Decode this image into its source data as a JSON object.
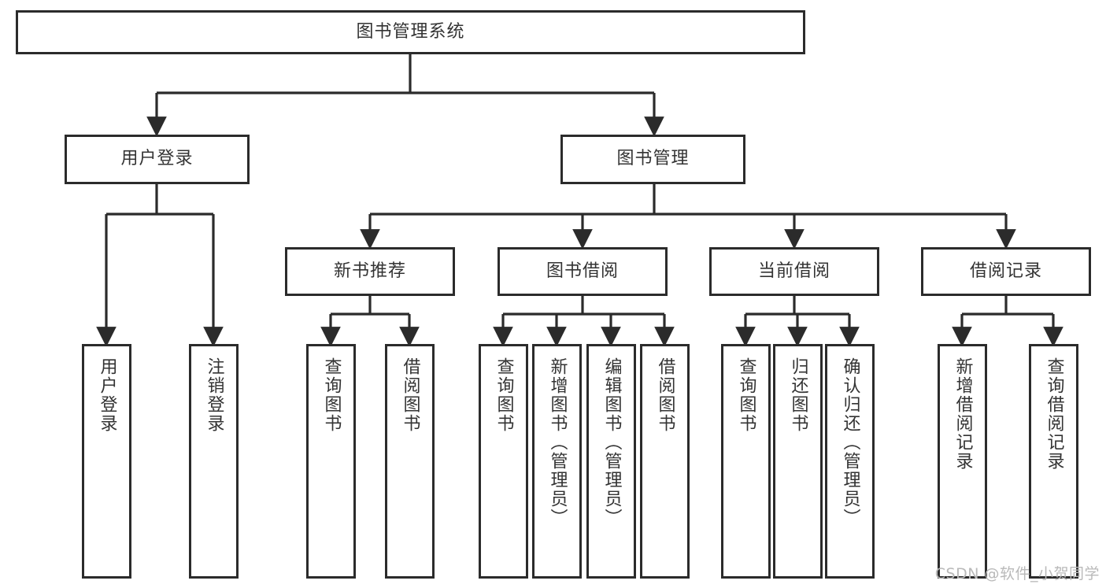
{
  "diagram": {
    "title": "图书管理系统",
    "type": "tree-hierarchy-diagram",
    "colors": {
      "box_border": "#2b2b2b",
      "box_fill": "#ffffff",
      "connector": "#2b2b2b",
      "text": "#333333",
      "background": "#ffffff",
      "watermark": "#b9b9b9"
    },
    "root": {
      "label": "图书管理系统"
    },
    "level2": [
      {
        "label": "用户登录"
      },
      {
        "label": "图书管理"
      }
    ],
    "level3": [
      {
        "label": "新书推荐"
      },
      {
        "label": "图书借阅"
      },
      {
        "label": "当前借阅"
      },
      {
        "label": "借阅记录"
      }
    ],
    "leaves": {
      "user_login": [
        {
          "label": "用户登录"
        },
        {
          "label": "注销登录"
        }
      ],
      "new_book_recommend": [
        {
          "label": "查询图书"
        },
        {
          "label": "借阅图书"
        }
      ],
      "book_borrow": [
        {
          "label": "查询图书"
        },
        {
          "label": "新增图书（管理员）"
        },
        {
          "label": "编辑图书（管理员）"
        },
        {
          "label": "借阅图书"
        }
      ],
      "current_borrow": [
        {
          "label": "查询图书"
        },
        {
          "label": "归还图书"
        },
        {
          "label": "确认归还（管理员）"
        }
      ],
      "borrow_record": [
        {
          "label": "新增借阅记录"
        },
        {
          "label": "查询借阅记录"
        }
      ]
    }
  },
  "watermark": {
    "text": "CSDN @软件_小贺同学"
  }
}
